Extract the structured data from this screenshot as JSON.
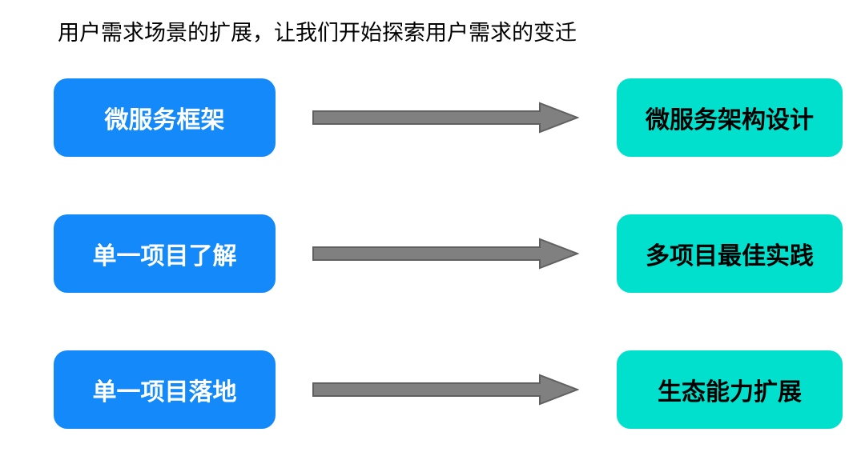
{
  "title": "用户需求场景的扩展，让我们开始探索用户需求的变迁",
  "colors": {
    "background": "#ffffff",
    "title_text": "#000000",
    "source_box": "#1389fa",
    "source_text": "#ffffff",
    "target_box": "#00e0cd",
    "target_text": "#000000",
    "arrow_fill": "#808080",
    "arrow_stroke": "#606060"
  },
  "rows": [
    {
      "source": "微服务框架",
      "target": "微服务架构设计"
    },
    {
      "source": "单一项目了解",
      "target": "多项目最佳实践"
    },
    {
      "source": "单一项目落地",
      "target": "生态能力扩展"
    }
  ]
}
